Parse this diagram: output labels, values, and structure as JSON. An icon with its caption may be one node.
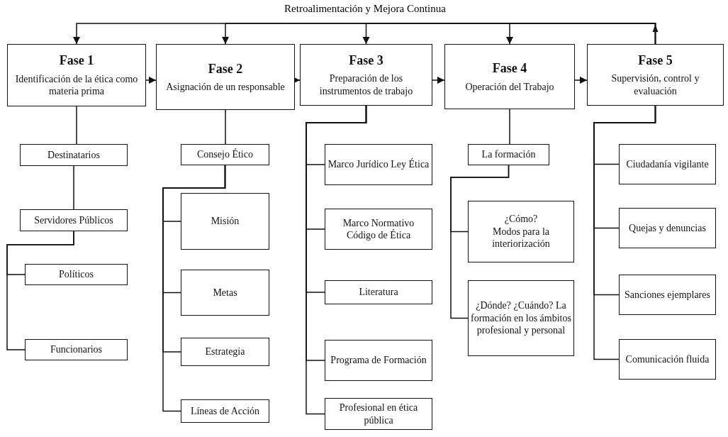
{
  "diagram": {
    "nodes": [
      {
        "text": [
          "Fase 1",
          "Identificación de la ética como materia prima"
        ]
      },
      {
        "text": [
          "Fase 2",
          "Asignación de un responsable"
        ]
      },
      {
        "text": [
          "Fase 3",
          "Preparación de los instrumentos de trabajo"
        ]
      },
      {
        "text": [
          "Fase 4",
          "Operación del Trabajo"
        ]
      },
      {
        "text": [
          "Fase 5",
          "Supervisión, control y evaluación"
        ]
      },
      {
        "text": [
          "Destinatarios"
        ]
      },
      {
        "text": [
          "Servidores Públicos"
        ]
      },
      {
        "text": [
          "Políticos"
        ]
      },
      {
        "text": [
          "Funcionarios"
        ]
      },
      {
        "text": [
          "Consejo Ético"
        ]
      },
      {
        "text": [
          "Misión"
        ]
      },
      {
        "text": [
          "Metas"
        ]
      },
      {
        "text": [
          "Estrategia"
        ]
      },
      {
        "text": [
          "Líneas de Acción"
        ]
      },
      {
        "text": [
          "Marco Jurídico Ley Ética"
        ]
      },
      {
        "text": [
          "Marco Normativo Código de Ética"
        ]
      },
      {
        "text": [
          "Literatura"
        ]
      },
      {
        "text": [
          "Programa de Formación"
        ]
      },
      {
        "text": [
          "Profesional en ética pública"
        ]
      },
      {
        "text": [
          "La formación"
        ]
      },
      {
        "text": [
          "¿Cómo?",
          "Modos para la interiorización"
        ]
      },
      {
        "text": [
          "¿Dónde? ¿Cuándo? La formación en los ámbitos profesional y personal"
        ]
      },
      {
        "text": [
          "Ciudadanía vigilante"
        ]
      },
      {
        "text": [
          "Quejas y denuncias"
        ]
      },
      {
        "text": [
          "Sanciones ejemplares"
        ]
      },
      {
        "text": [
          "Comunicación fluida"
        ]
      }
    ],
    "edges": [
      {
        "from": 0,
        "to": 1,
        "arrow": "to"
      },
      {
        "from": 1,
        "to": 2,
        "arrow": "to"
      },
      {
        "from": 2,
        "to": 3,
        "arrow": "to"
      },
      {
        "from": 3,
        "to": 4,
        "arrow": "to"
      },
      {
        "from": 4,
        "to": 0,
        "arrow": "to"
      },
      {
        "from": 4,
        "to": 1,
        "arrow": "to"
      },
      {
        "from": 4,
        "to": 2,
        "arrow": "to"
      },
      {
        "from": 4,
        "to": 3,
        "arrow": "to"
      },
      {
        "from": 0,
        "to": 5,
        "arrow": "none"
      },
      {
        "from": 5,
        "to": 6,
        "arrow": "none"
      },
      {
        "from": 6,
        "to": 7,
        "arrow": "none"
      },
      {
        "from": 6,
        "to": 8,
        "arrow": "none"
      },
      {
        "from": 1,
        "to": 9,
        "arrow": "none"
      },
      {
        "from": 9,
        "to": 10,
        "arrow": "none"
      },
      {
        "from": 9,
        "to": 11,
        "arrow": "none"
      },
      {
        "from": 9,
        "to": 12,
        "arrow": "none"
      },
      {
        "from": 9,
        "to": 13,
        "arrow": "none"
      },
      {
        "from": 2,
        "to": 14,
        "arrow": "none"
      },
      {
        "from": 2,
        "to": 15,
        "arrow": "none"
      },
      {
        "from": 2,
        "to": 16,
        "arrow": "none"
      },
      {
        "from": 2,
        "to": 17,
        "arrow": "none"
      },
      {
        "from": 2,
        "to": 18,
        "arrow": "none"
      },
      {
        "from": 3,
        "to": 19,
        "arrow": "none"
      },
      {
        "from": 19,
        "to": 20,
        "arrow": "none"
      },
      {
        "from": 19,
        "to": 21,
        "arrow": "none"
      },
      {
        "from": 4,
        "to": 22,
        "arrow": "none"
      },
      {
        "from": 4,
        "to": 23,
        "arrow": "none"
      },
      {
        "from": 4,
        "to": 24,
        "arrow": "none"
      },
      {
        "from": 4,
        "to": 25,
        "arrow": "none"
      }
    ],
    "labels": [
      "Retroalimentación y Mejora Continua"
    ]
  }
}
